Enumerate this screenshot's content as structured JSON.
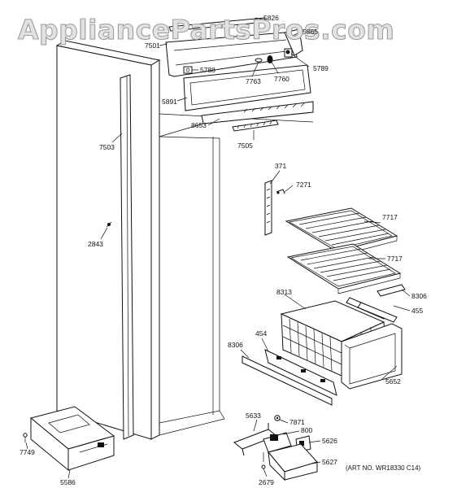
{
  "watermark": "AppliancePartsPros.com",
  "art_number": "(ART NO. WR18330 C14)",
  "labels": [
    "5826",
    "7501",
    "5865",
    "5788",
    "7763",
    "7760",
    "5789",
    "5891",
    "8653",
    "7505",
    "7503",
    "2843",
    "371",
    "7271",
    "7717",
    "7717",
    "8313",
    "8306",
    "455",
    "8306",
    "454",
    "5652",
    "5633",
    "7871",
    "800",
    "5626",
    "2679",
    "5627",
    "7749",
    "5586"
  ]
}
